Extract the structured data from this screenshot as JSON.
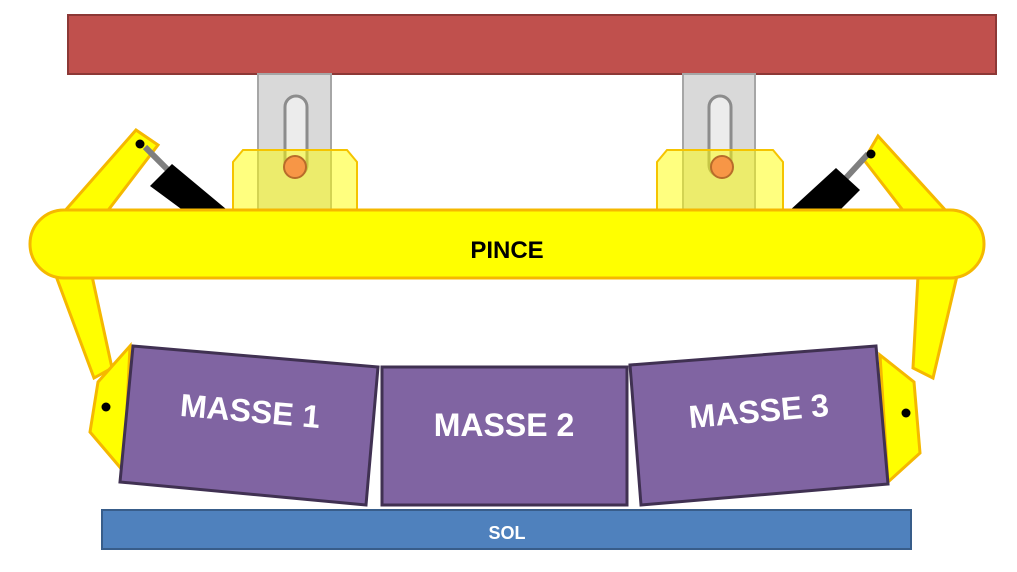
{
  "labels": {
    "pince": "PINCE",
    "masse_1": "MASSE 1",
    "masse_2": "MASSE 2",
    "masse_3": "MASSE 3",
    "sol": "SOL"
  },
  "colors": {
    "beam": "#c0504d",
    "pince": "#ffff00",
    "mass": "#8064a2",
    "sol": "#4f81bd",
    "bracket": "#d9d9d9",
    "pivot": "#f79646",
    "cylinder": "#000000"
  }
}
